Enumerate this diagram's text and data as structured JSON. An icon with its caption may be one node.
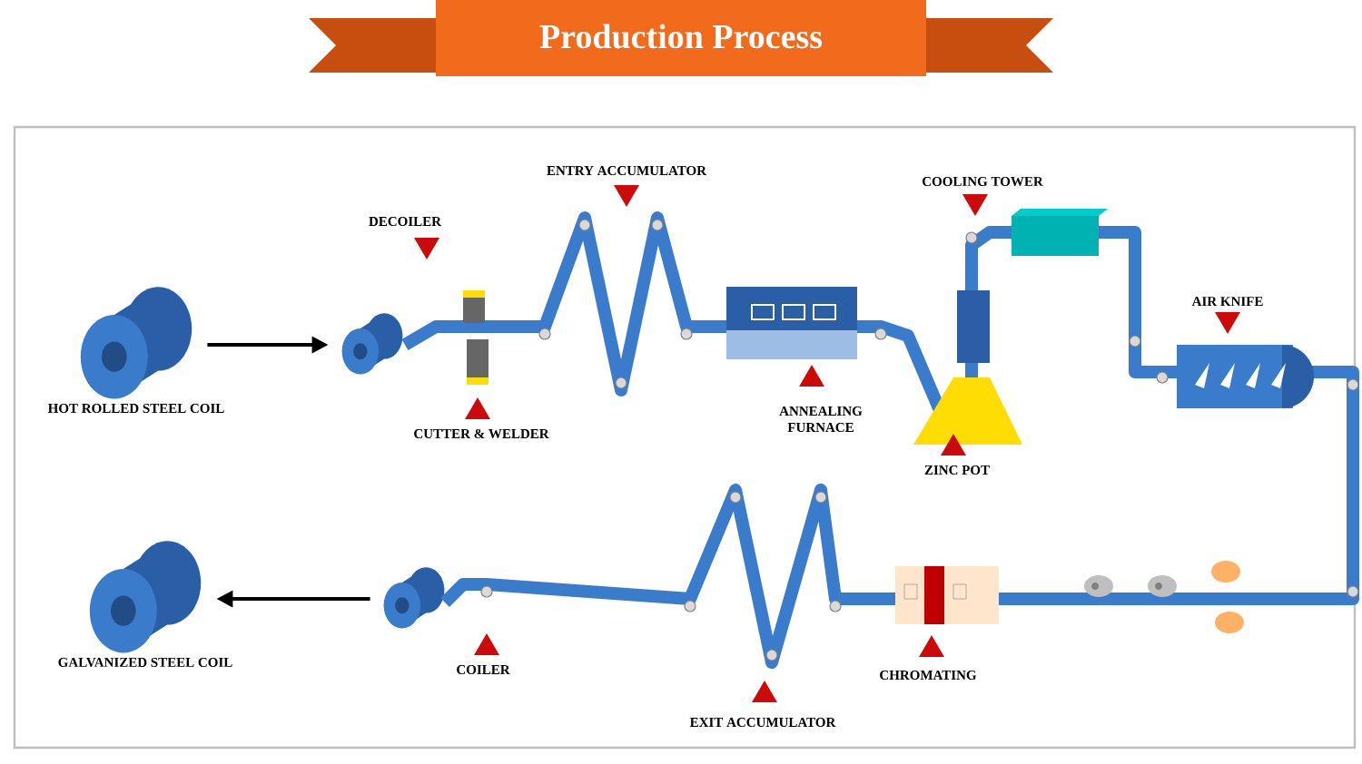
{
  "diagram": {
    "title": "Production Process",
    "nodes": [
      {
        "text": [],
        "shape": "picture",
        "beside": [
          "HOT ROLLED STEEL COIL"
        ]
      },
      {
        "text": [],
        "shape": "picture"
      },
      {
        "text": [],
        "shape": "picture"
      },
      {
        "text": [],
        "shape": "picture",
        "beside": [
          "GALVANIZED STEEL COIL"
        ]
      }
    ],
    "edges": [
      {
        "from": 0,
        "to": 1,
        "arrow": "to"
      },
      {
        "from": 2,
        "to": 3,
        "arrow": "to"
      }
    ],
    "labels": [
      "ENTRY ACCUMULATOR",
      "COOLING TOWER",
      "DECOILER",
      "AIR KNIFE",
      "CUTTER & WELDER",
      "ANNEALING FURNACE",
      "ZINC POT",
      "COILER",
      "CHROMATING",
      "EXIT ACCUMULATOR"
    ]
  }
}
